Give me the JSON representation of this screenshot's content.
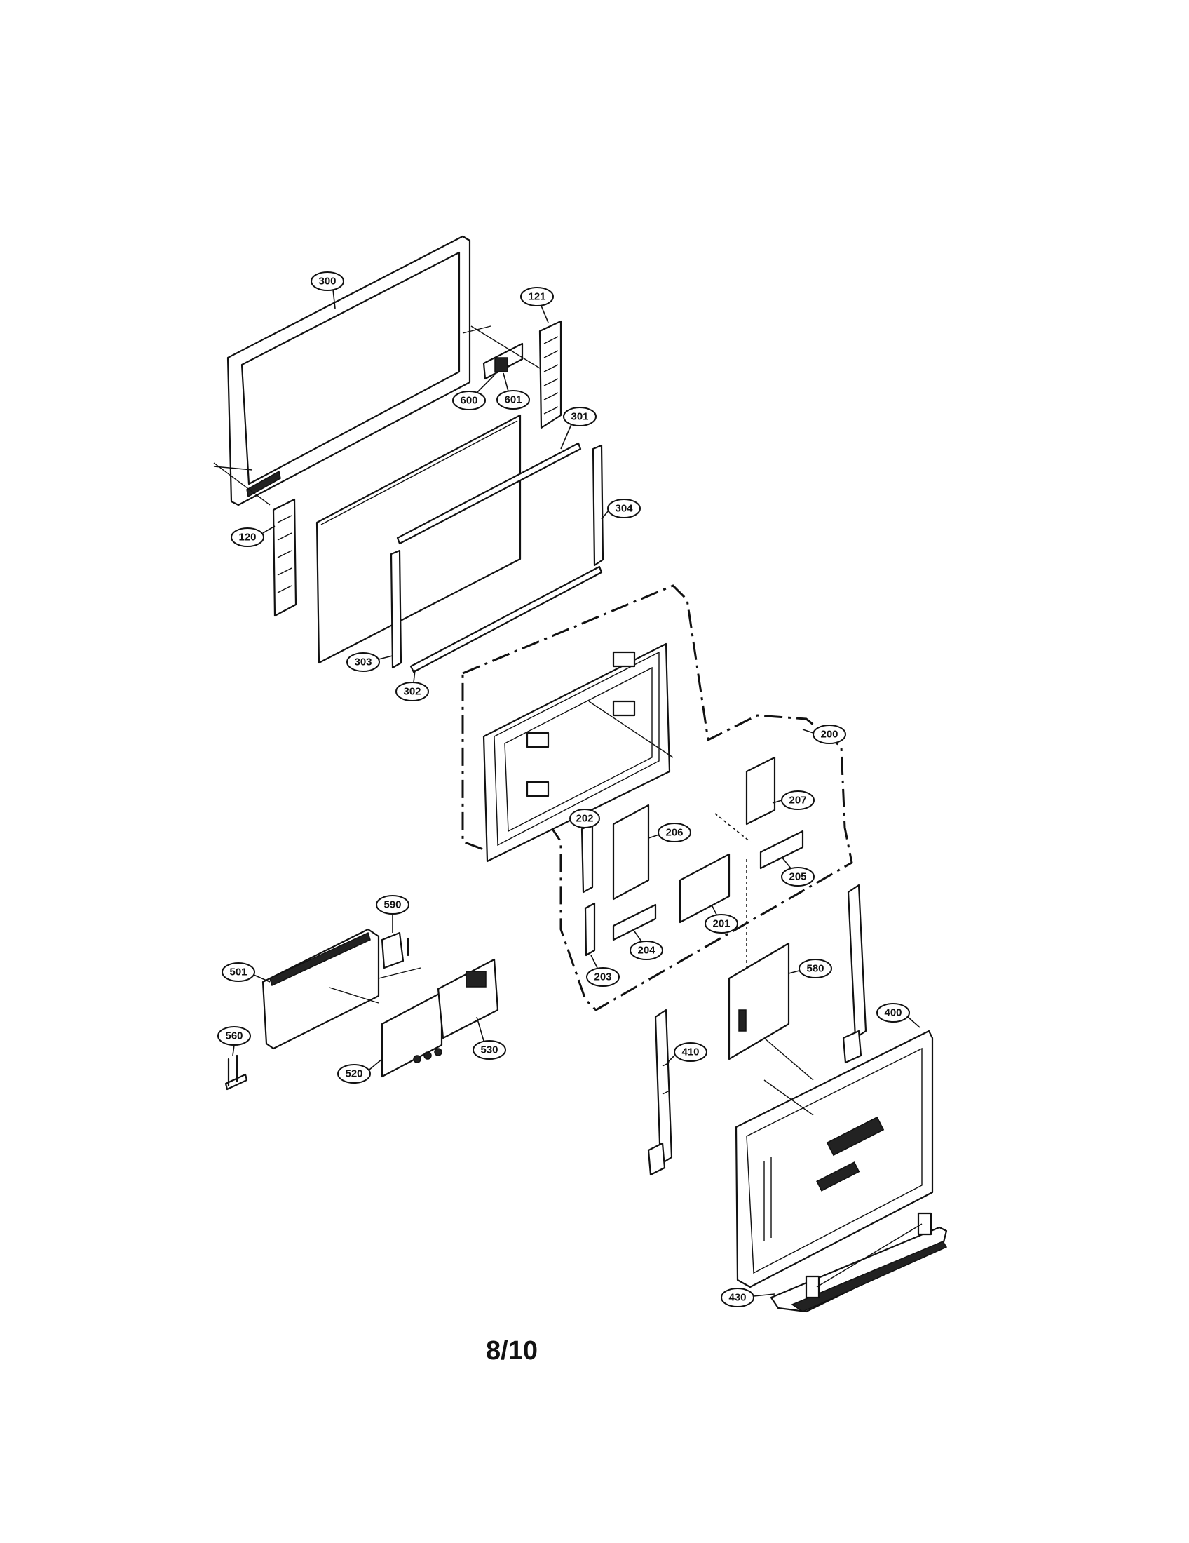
{
  "page_number": "8/10",
  "callouts": {
    "c300": "300",
    "c121": "121",
    "c600": "600",
    "c601": "601",
    "c301": "301",
    "c304": "304",
    "c120": "120",
    "c303": "303",
    "c302": "302",
    "c200": "200",
    "c207": "207",
    "c202": "202",
    "c206": "206",
    "c205": "205",
    "c201": "201",
    "c203": "203",
    "c204": "204",
    "c590": "590",
    "c501": "501",
    "c580": "580",
    "c400": "400",
    "c560": "560",
    "c530": "530",
    "c520": "520",
    "c410": "410",
    "c430": "430"
  }
}
